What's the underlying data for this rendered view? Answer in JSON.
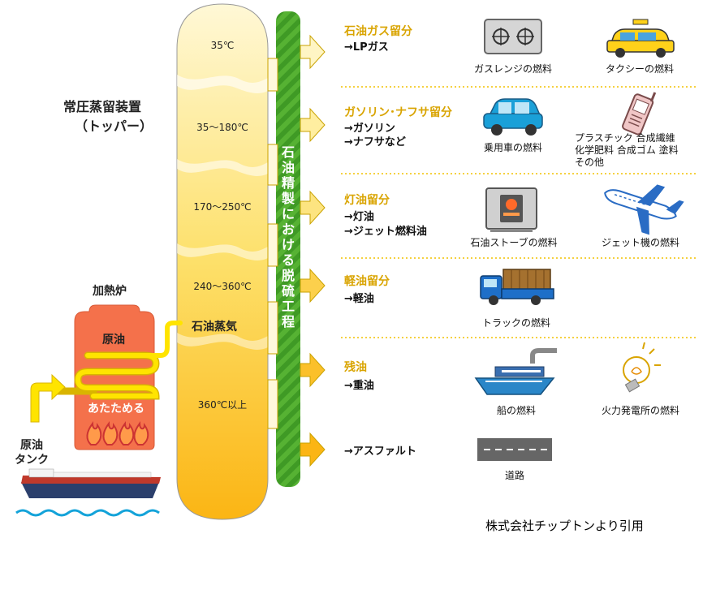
{
  "left_labels": {
    "unit_name": "常圧蒸留装置",
    "unit_sub": "（トッパー）",
    "furnace": "加熱炉",
    "crude_in_furnace": "原油",
    "heat": "あたためる",
    "tank": "原油\nタンク",
    "steam": "石油蒸気"
  },
  "column": {
    "temps": [
      "35℃",
      "35～180℃",
      "170～250℃",
      "240～360℃",
      "360℃以上"
    ],
    "desulfurization": "石油精製における脱硫工程"
  },
  "fractions": [
    {
      "title": "石油ガス留分",
      "products": [
        "→LPガス"
      ],
      "uses": [
        {
          "icon": "gas-stove-icon",
          "label": "ガスレンジの燃料"
        },
        {
          "icon": "taxi-icon",
          "label": "タクシーの燃料"
        }
      ]
    },
    {
      "title": "ガソリン･ナフサ留分",
      "products": [
        "→ガソリン",
        "→ナフサなど"
      ],
      "uses": [
        {
          "icon": "car-icon",
          "label": "乗用車の燃料"
        },
        {
          "icon": "mobile-phone-icon",
          "label": "プラスチック 合成繊維\n化学肥料 合成ゴム 塗料\nその他"
        }
      ]
    },
    {
      "title": "灯油留分",
      "products": [
        "→灯油",
        "→ジェット燃料油"
      ],
      "uses": [
        {
          "icon": "oil-heater-icon",
          "label": "石油ストーブの燃料"
        },
        {
          "icon": "airplane-icon",
          "label": "ジェット機の燃料"
        }
      ]
    },
    {
      "title": "軽油留分",
      "products": [
        "→軽油"
      ],
      "uses": [
        {
          "icon": "truck-icon",
          "label": "トラックの燃料"
        }
      ]
    },
    {
      "title": "残油",
      "products": [
        "→重油"
      ],
      "uses": [
        {
          "icon": "ship-icon",
          "label": "船の燃料"
        },
        {
          "icon": "light-bulb-icon",
          "label": "火力発電所の燃料"
        }
      ]
    },
    {
      "title": "",
      "products": [
        "→アスファルト"
      ],
      "uses": [
        {
          "icon": "road-icon",
          "label": "道路"
        }
      ]
    }
  ],
  "credit": "株式会社チップトンより引用",
  "colors": {
    "column_top": "#fff6c8",
    "column_bottom": "#fbb514",
    "furnace": "#f4714b",
    "pipe": "#ffe000",
    "green_band": "#4caa2d",
    "fraction_title": "#d9a400",
    "dotted_separator": "#f2c200"
  }
}
